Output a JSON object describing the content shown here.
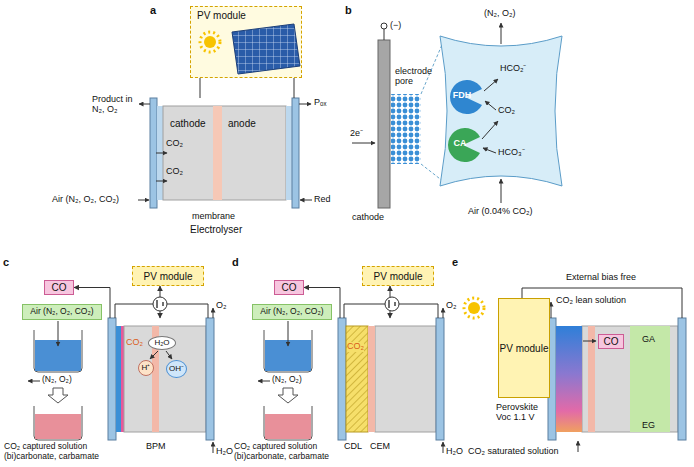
{
  "diagram": {
    "nodes": [
      {
        "text": [
          "PV module"
        ]
      },
      {
        "text": [
          "cathode",
          "anode",
          "Electrolyser"
        ]
      },
      {
        "text": [
          "HCO₂⁻",
          "CO₂",
          "HCO₃⁻"
        ]
      },
      {
        "text": [
          "FDH"
        ],
        "in": 2
      },
      {
        "text": [
          "CA"
        ],
        "in": 2
      },
      {
        "text": [
          "CO"
        ]
      },
      {
        "text": [
          "Air (N₂, O₂, CO₂)"
        ]
      },
      {
        "text": [
          "PV module"
        ]
      },
      {
        "text": [
          "CO₂",
          "BPM"
        ]
      },
      {
        "text": [
          "H₂O"
        ],
        "in": 8
      },
      {
        "text": [
          "H⁺"
        ],
        "in": 8
      },
      {
        "text": [
          "OH⁻"
        ],
        "in": 8
      },
      {
        "text": [
          "CO"
        ]
      },
      {
        "text": [
          "Air (N₂, O₂, CO₂)"
        ]
      },
      {
        "text": [
          "PV module"
        ]
      },
      {
        "text": [
          "CEM"
        ]
      },
      {
        "text": [
          "CO₂",
          "CDL"
        ],
        "in": 15
      },
      {
        "text": [
          "PV module"
        ]
      },
      {
        "text": [
          "CO"
        ]
      }
    ],
    "edges": [
      {
        "from": 0,
        "to": 1,
        "arrow": "none"
      },
      {
        "from": 0,
        "to": 1,
        "arrow": "none"
      },
      {
        "from": 7,
        "to": 8,
        "arrow": "both"
      },
      {
        "from": 8,
        "to": 5,
        "arrow": "to"
      },
      {
        "from": 14,
        "to": 15,
        "arrow": "both"
      },
      {
        "from": 15,
        "to": 12,
        "arrow": "to"
      }
    ],
    "labels": [
      "a",
      "Product in N₂, O₂",
      "Pₒₓ",
      "CO₂",
      "CO₂",
      "membrane",
      "Air (N₂, O₂, CO₂)",
      "Red",
      "b",
      "(−)",
      "(N₂, O₂)",
      "electrode pore",
      "2e⁻",
      "cathode",
      "Air (0.04% CO₂)",
      "c",
      "(N₂, O₂)",
      "CO₂ captured solution (bi)carbonate, carbamate",
      "O₂",
      "H₂O",
      "d",
      "(N₂, O₂)",
      "CO₂ captured solution (bi)carbonate, carbamate",
      "O₂",
      "H₂O",
      "e",
      "External bias free",
      "CO₂ lean solution",
      "GA",
      "Perovskite Voc 1.1 V",
      "CO₂ saturated solution",
      "EG"
    ]
  }
}
